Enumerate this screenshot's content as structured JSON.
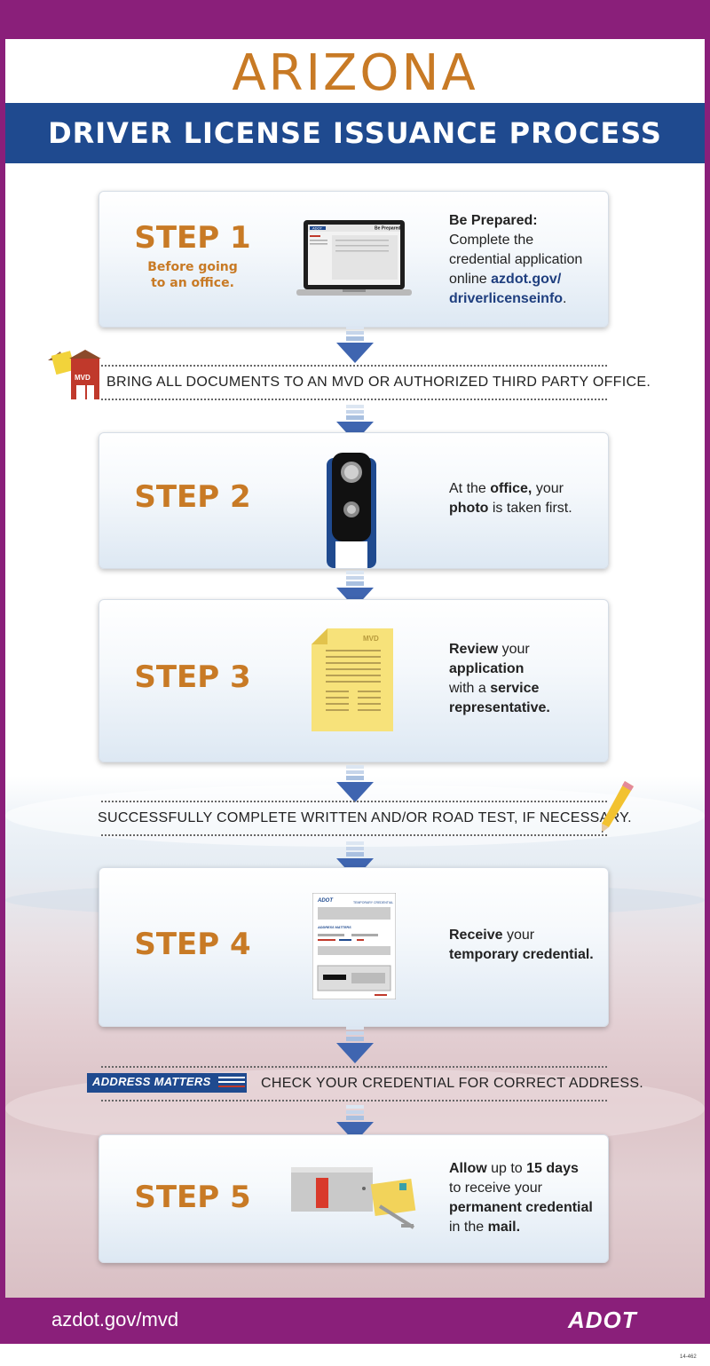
{
  "header": {
    "title": "ARIZONA",
    "banner": "DRIVER LICENSE ISSUANCE PROCESS"
  },
  "steps": [
    {
      "label": "STEP 1",
      "sub_line1": "Before going",
      "sub_line2": "to an office.",
      "desc_line1": "Be Prepared:",
      "desc_line2": "Complete the",
      "desc_line3": "credential application",
      "desc_line4_prefix": "online ",
      "desc_link1": "azdot.gov/",
      "desc_link2": "driverlicenseinfo",
      "desc_link_suffix": ".",
      "screen_title": "Be Prepared",
      "screen_logo": "ADOT"
    },
    {
      "label": "STEP 2",
      "desc_a": "At the ",
      "desc_b": "office,",
      "desc_c": " your",
      "desc_d": "photo",
      "desc_e": " is taken first."
    },
    {
      "label": "STEP 3",
      "desc_a": "Review",
      "desc_b": " your",
      "desc_c": "application",
      "desc_d": "with a ",
      "desc_e": "service",
      "desc_f": "representative.",
      "doc_label": "MVD"
    },
    {
      "label": "STEP 4",
      "desc_a": "Receive",
      "desc_b": " your",
      "desc_c": "temporary credential.",
      "doc_logo": "ADOT",
      "doc_title": "TEMPORARY CREDENTIAL",
      "doc_tag": "ADDRESS MATTERS"
    },
    {
      "label": "STEP 5",
      "desc_a": "Allow",
      "desc_b": " up to ",
      "desc_c": "15 days",
      "desc_d": "to receive your",
      "desc_e": "permanent credential",
      "desc_f": "in the ",
      "desc_g": "mail."
    }
  ],
  "bands": {
    "documents": "BRING ALL DOCUMENTS TO AN MVD OR AUTHORIZED THIRD PARTY OFFICE.",
    "documents_icon": "MVD",
    "test": "SUCCESSFULLY COMPLETE WRITTEN AND/OR ROAD TEST, IF NECESSARY.",
    "address_badge": "ADDRESS MATTERS",
    "address": "CHECK YOUR CREDENTIAL FOR CORRECT ADDRESS."
  },
  "footer": {
    "url": "azdot.gov/mvd",
    "logo": "ADOT",
    "code": "14-462"
  },
  "colors": {
    "frame": "#8a1f7a",
    "banner": "#1f4a8f",
    "accent": "#c87a25",
    "link": "#1f3f7f"
  }
}
